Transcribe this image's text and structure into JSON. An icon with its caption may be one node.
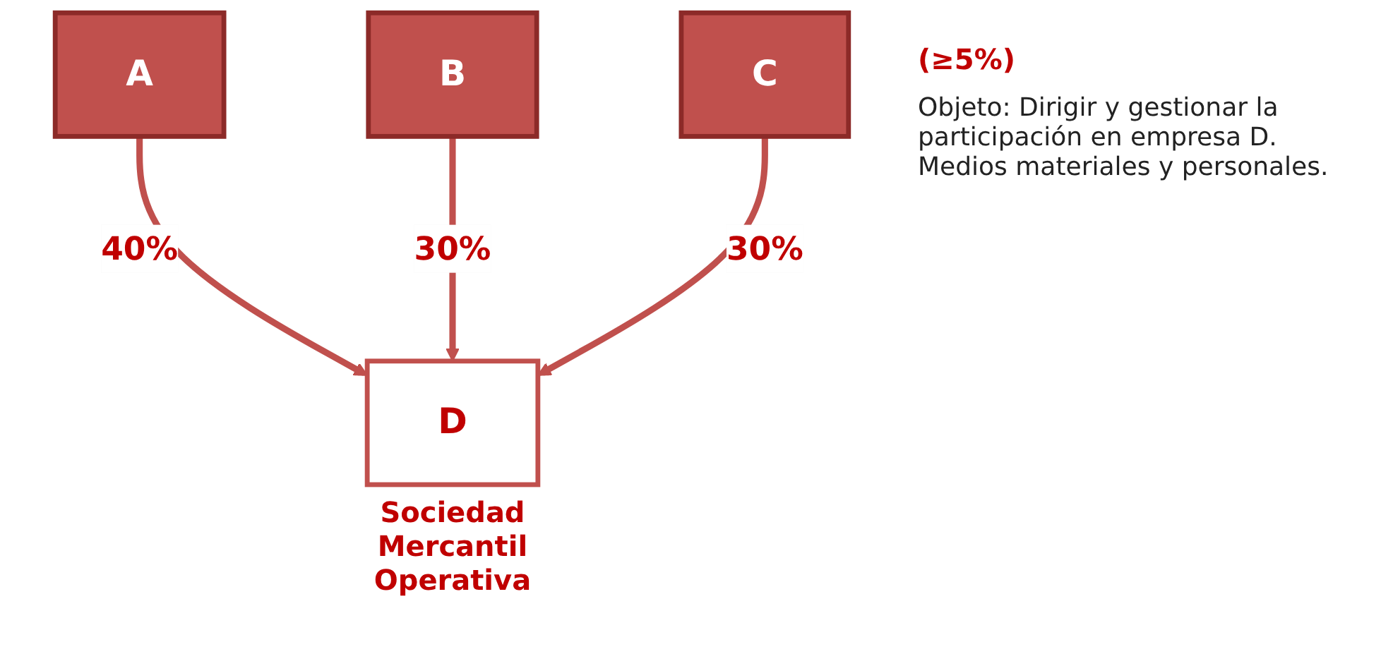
{
  "diagram": {
    "nodes": [
      {
        "text": [
          "A"
        ]
      },
      {
        "text": [
          "B"
        ]
      },
      {
        "text": [
          "C"
        ]
      },
      {
        "text": [
          "D"
        ],
        "beside": [
          "Sociedad Mercantil Operativa"
        ]
      }
    ],
    "edges": [
      {
        "from": 0,
        "to": 3,
        "arrow": "to",
        "label": "40%"
      },
      {
        "from": 1,
        "to": 3,
        "arrow": "to",
        "label": "30%"
      },
      {
        "from": 2,
        "to": 3,
        "arrow": "to",
        "label": "30%"
      }
    ],
    "labels": [
      "(≥5%)",
      "Objeto: Dirigir y gestionar la participación en empresa D. Medios materiales y personales."
    ]
  }
}
